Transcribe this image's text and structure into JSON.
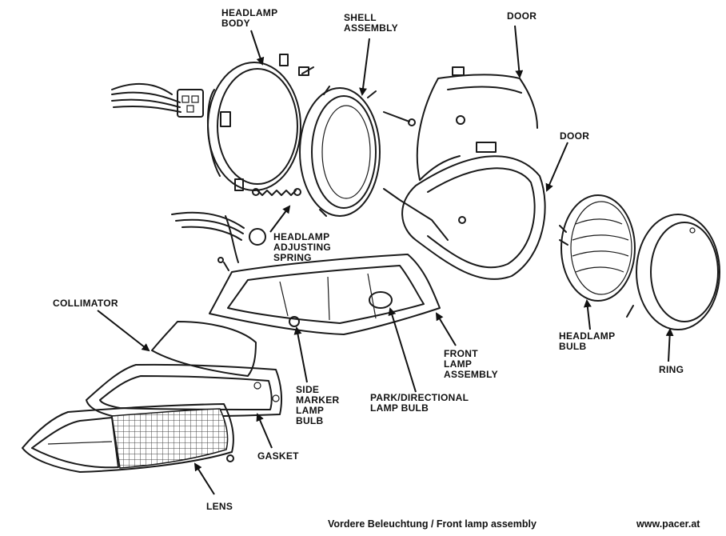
{
  "labels": {
    "headlamp_body": [
      "HEADLAMP",
      "BODY"
    ],
    "shell_assembly": [
      "SHELL",
      "ASSEMBLY"
    ],
    "door_top": [
      "DOOR"
    ],
    "door_right": [
      "DOOR"
    ],
    "headlamp_adjusting_spring": [
      "HEADLAMP",
      "ADJUSTING",
      "SPRING"
    ],
    "collimator": [
      "COLLIMATOR"
    ],
    "front_lamp_assembly": [
      "FRONT",
      "LAMP",
      "ASSEMBLY"
    ],
    "headlamp_bulb": [
      "HEADLAMP",
      "BULB"
    ],
    "ring": [
      "RING"
    ],
    "side_marker_lamp_bulb": [
      "SIDE",
      "MARKER",
      "LAMP",
      "BULB"
    ],
    "park_directional_lamp_bulb": [
      "PARK/DIRECTIONAL",
      "LAMP BULB"
    ],
    "gasket": [
      "GASKET"
    ],
    "lens": [
      "LENS"
    ]
  },
  "caption": {
    "title": "Vordere Beleuchtung / Front lamp assembly",
    "source": "www.pacer.at"
  }
}
